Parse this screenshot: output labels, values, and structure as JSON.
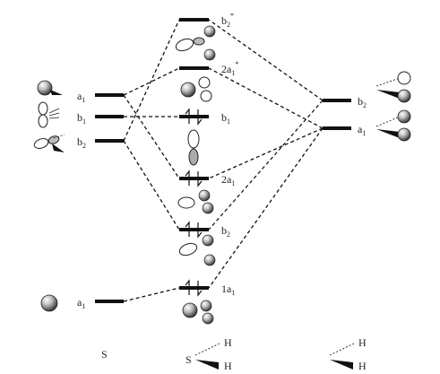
{
  "columns": {
    "left": "S",
    "center": "S",
    "right": ""
  },
  "atoms": {
    "h_top": "H",
    "h_bottom": "H"
  },
  "sulfur_levels": [
    {
      "sym": "a",
      "sub": "1",
      "sup": ""
    },
    {
      "sym": "b",
      "sub": "1",
      "sup": ""
    },
    {
      "sym": "b",
      "sub": "2",
      "sup": ""
    },
    {
      "sym": "a",
      "sub": "1",
      "sup": ""
    }
  ],
  "molecular_levels": [
    {
      "sym": "b",
      "sub": "2",
      "sup": "*"
    },
    {
      "sym": "2a",
      "sub": "1",
      "sup": "*"
    },
    {
      "sym": "b",
      "sub": "1",
      "sup": ""
    },
    {
      "sym": "2a",
      "sub": "1",
      "sup": ""
    },
    {
      "sym": "b",
      "sub": "2",
      "sup": ""
    },
    {
      "sym": "1a",
      "sub": "1",
      "sup": ""
    }
  ],
  "hydrogen_levels": [
    {
      "sym": "b",
      "sub": "2",
      "sup": ""
    },
    {
      "sym": "a",
      "sub": "1",
      "sup": ""
    }
  ]
}
